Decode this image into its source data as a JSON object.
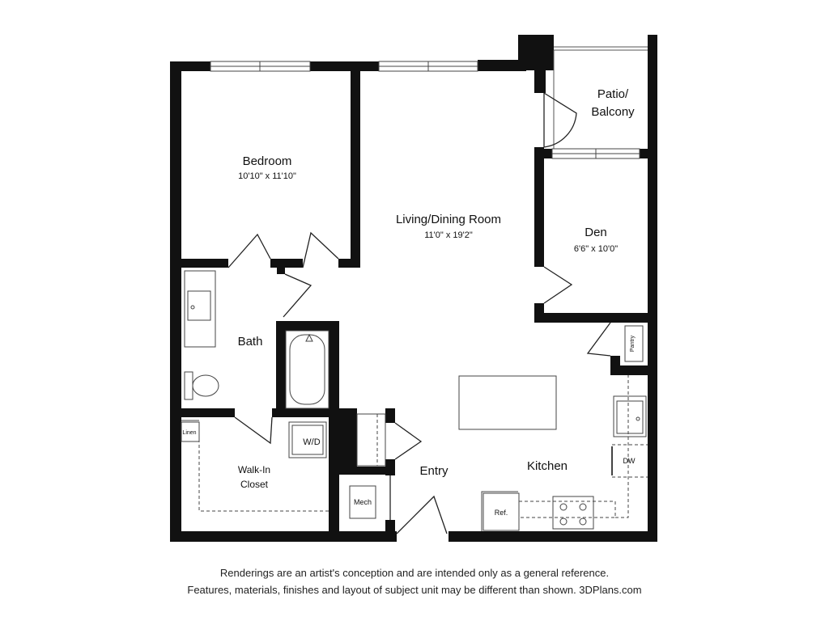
{
  "rooms": {
    "bedroom": {
      "name": "Bedroom",
      "dims": "10'10\" x 11'10\""
    },
    "living": {
      "name": "Living/Dining Room",
      "dims": "11'0\" x 19'2\""
    },
    "den": {
      "name": "Den",
      "dims": "6'6\" x 10'0\""
    },
    "patio": {
      "line1": "Patio/",
      "line2": "Balcony"
    },
    "bath": {
      "name": "Bath"
    },
    "closet": {
      "line1": "Walk-In",
      "line2": "Closet"
    },
    "entry": {
      "name": "Entry"
    },
    "kitchen": {
      "name": "Kitchen"
    }
  },
  "fixtures": {
    "wd": "W/D",
    "linen": "Linen",
    "pantry": "Pantry",
    "mech": "Mech",
    "ref": "Ref.",
    "dw": "DW"
  },
  "disclaimer": {
    "line1": "Renderings are an artist's conception and are intended only as a general reference.",
    "line2": "Features, materials, finishes and layout of subject unit may be different than shown. 3DPlans.com"
  },
  "colors": {
    "wall": "#111111",
    "line": "#888888",
    "background": "#ffffff"
  }
}
